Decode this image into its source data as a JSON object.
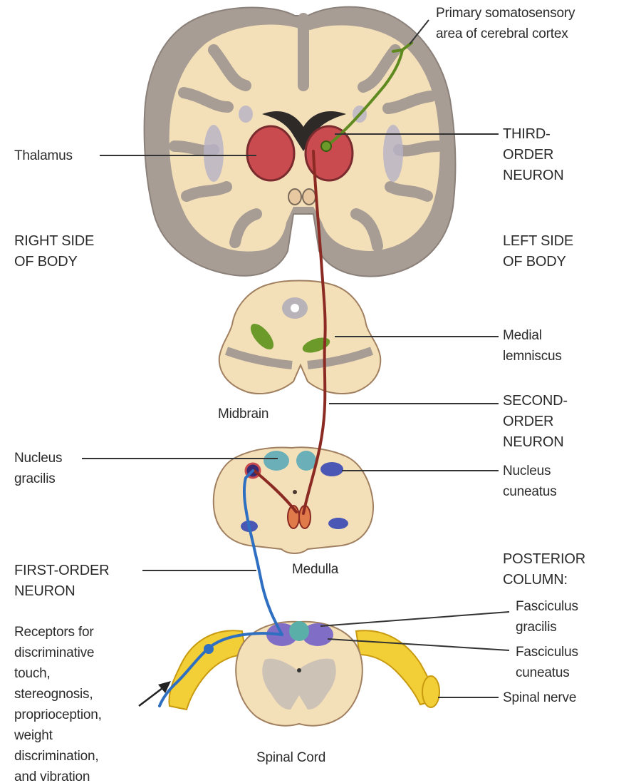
{
  "colors": {
    "background": "#ffffff",
    "brain_tissue": "#f3dfb8",
    "gray_matter": "#a79d95",
    "thalamus": "#c94b4f",
    "first_order_neuron": "#2f6fc2",
    "second_order_neuron": "#8b2a22",
    "third_order_neuron": "#5f8a1f",
    "spinal_nerve": "#f2cf36",
    "nucleus": "#4a57b5",
    "leader_line": "#333333"
  },
  "labels": {
    "primary_somatosensory": "Primary somatosensory\narea of cerebral cortex",
    "thalamus": "Thalamus",
    "third_order_neuron": "THIRD-\nORDER\nNEURON",
    "right_side": "RIGHT SIDE\nOF BODY",
    "left_side": "LEFT SIDE\nOF BODY",
    "medial_lemniscus": "Medial\nlemniscus",
    "midbrain": "Midbrain",
    "second_order_neuron": "SECOND-\nORDER\nNEURON",
    "nucleus_gracilis": "Nucleus\ngracilis",
    "nucleus_cuneatus": "Nucleus\ncuneatus",
    "first_order_neuron": "FIRST-ORDER\nNEURON",
    "medulla": "Medulla",
    "posterior_column": "POSTERIOR\nCOLUMN:",
    "fasciculus_gracilis": "Fasciculus\ngracilis",
    "fasciculus_cuneatus": "Fasciculus\ncuneatus",
    "receptors": "Receptors for\ndiscriminative\ntouch,\nstereognosis,\nproprioception,\nweight\ndiscrimination,\nand vibration",
    "spinal_nerve": "Spinal nerve",
    "spinal_cord": "Spinal Cord"
  }
}
